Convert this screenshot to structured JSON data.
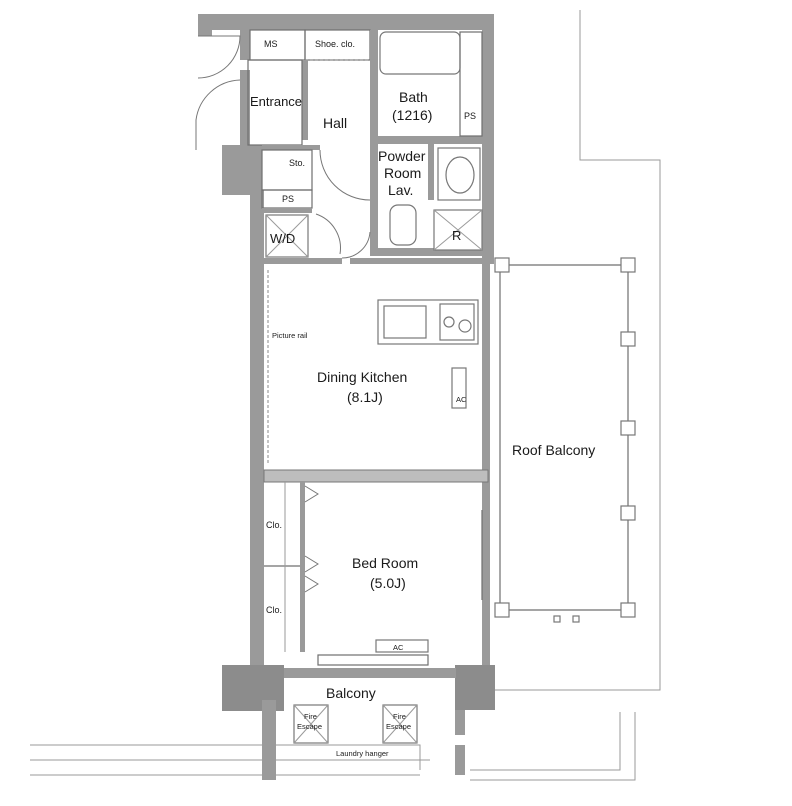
{
  "rooms": {
    "ms": "MS",
    "shoe_clo": "Shoe. clo.",
    "bath": "Bath",
    "bath_size": "(1216)",
    "ps_bath": "PS",
    "entrance": "Entrance",
    "hall": "Hall",
    "powder_room_1": "Powder",
    "powder_room_2": "Room",
    "powder_room_3": "Lav.",
    "sto": "Sto.",
    "ps_hall": "PS",
    "wd": "W/D",
    "fridge": "R",
    "picture_rail": "Picture rail",
    "dining_kitchen": "Dining Kitchen",
    "dining_kitchen_size": "(8.1J)",
    "ac_kitchen": "AC",
    "roof_balcony": "Roof Balcony",
    "clo_1": "Clo.",
    "clo_2": "Clo.",
    "bed_room": "Bed Room",
    "bed_room_size": "(5.0J)",
    "ac_bed": "AC",
    "balcony": "Balcony",
    "fire_escape_1a": "Fire",
    "fire_escape_1b": "Escape",
    "fire_escape_2a": "Fire",
    "fire_escape_2b": "Escape",
    "laundry_hanger": "Laundry hanger"
  }
}
